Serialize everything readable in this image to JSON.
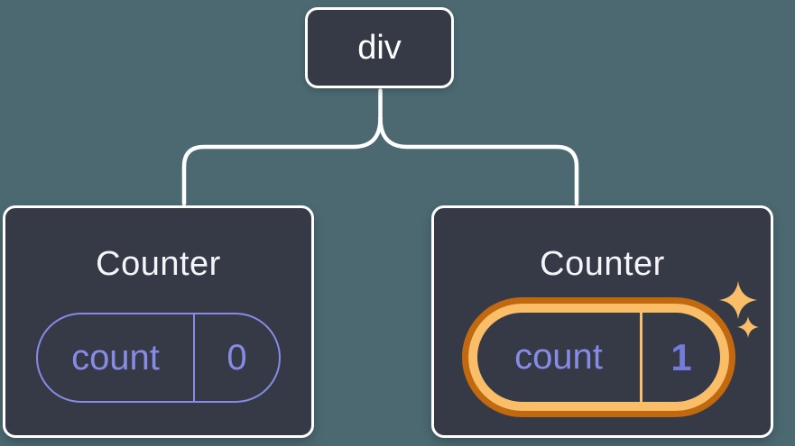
{
  "diagram": {
    "description": "component-tree",
    "root_node": {
      "label": "div"
    },
    "children": [
      {
        "title": "Counter",
        "state": {
          "key": "count",
          "value": "0"
        },
        "highlighted": false
      },
      {
        "title": "Counter",
        "state": {
          "key": "count",
          "value": "1"
        },
        "highlighted": true
      }
    ]
  },
  "colors": {
    "background": "#4C6972",
    "node_fill": "#353A46",
    "node_border": "#FFFFFF",
    "connector": "#FFFFFF",
    "state_purple": "#868CE5",
    "value_purple_bold": "#747CDB",
    "highlight_orange_dark": "#C2690F",
    "highlight_orange_light": "#FABD68",
    "sparkle": "#FABD68",
    "heading_text": "#F4F5F7"
  }
}
